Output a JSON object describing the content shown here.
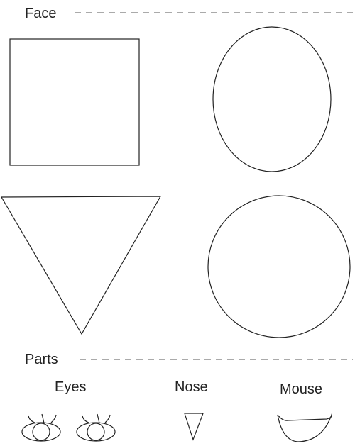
{
  "sections": {
    "face": {
      "title": "Face"
    },
    "parts": {
      "title": "Parts",
      "items": [
        {
          "label": "Eyes",
          "icon": "eyes-icon"
        },
        {
          "label": "Nose",
          "icon": "nose-icon"
        },
        {
          "label": "Mouse",
          "icon": "mouth-icon"
        }
      ]
    }
  },
  "colors": {
    "stroke": "#222222",
    "dash": "#555555",
    "background": "#ffffff"
  }
}
